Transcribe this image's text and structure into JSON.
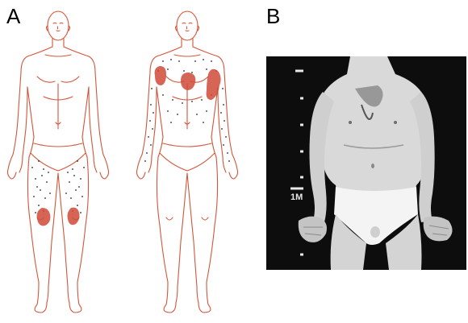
{
  "panels": {
    "a": {
      "label": "A"
    },
    "b": {
      "label": "B"
    }
  },
  "photo": {
    "scale_marker": "1M"
  },
  "colors": {
    "outline": "#d2553a",
    "affected_fill": "#cf4a38",
    "stipple": "#222222",
    "photo_background": "#0d0d0d"
  }
}
